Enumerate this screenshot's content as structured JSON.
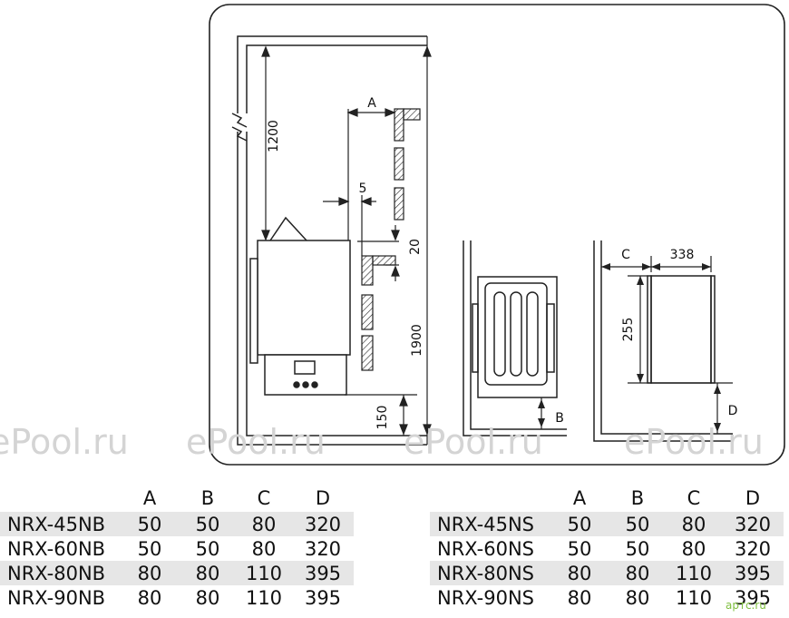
{
  "watermark": "ePool.ru",
  "brand_mark": "артс.ru",
  "dimensions": {
    "height_floor_ceiling": "1200",
    "label_a": "A",
    "gap_5": "5",
    "gap_20": "20",
    "total_height": "1900",
    "floor_150": "150",
    "label_b": "B",
    "label_c": "C",
    "width_338": "338",
    "height_255": "255",
    "label_d": "D"
  },
  "table_nb": {
    "headers": [
      "",
      "A",
      "B",
      "C",
      "D"
    ],
    "rows": [
      [
        "NRX-45NB",
        "50",
        "50",
        "80",
        "320"
      ],
      [
        "NRX-60NB",
        "50",
        "50",
        "80",
        "320"
      ],
      [
        "NRX-80NB",
        "80",
        "80",
        "110",
        "395"
      ],
      [
        "NRX-90NB",
        "80",
        "80",
        "110",
        "395"
      ]
    ]
  },
  "table_ns": {
    "headers": [
      "",
      "A",
      "B",
      "C",
      "D"
    ],
    "rows": [
      [
        "NRX-45NS",
        "50",
        "50",
        "80",
        "320"
      ],
      [
        "NRX-60NS",
        "50",
        "50",
        "80",
        "320"
      ],
      [
        "NRX-80NS",
        "80",
        "80",
        "110",
        "395"
      ],
      [
        "NRX-90NS",
        "80",
        "80",
        "110",
        "395"
      ]
    ]
  }
}
